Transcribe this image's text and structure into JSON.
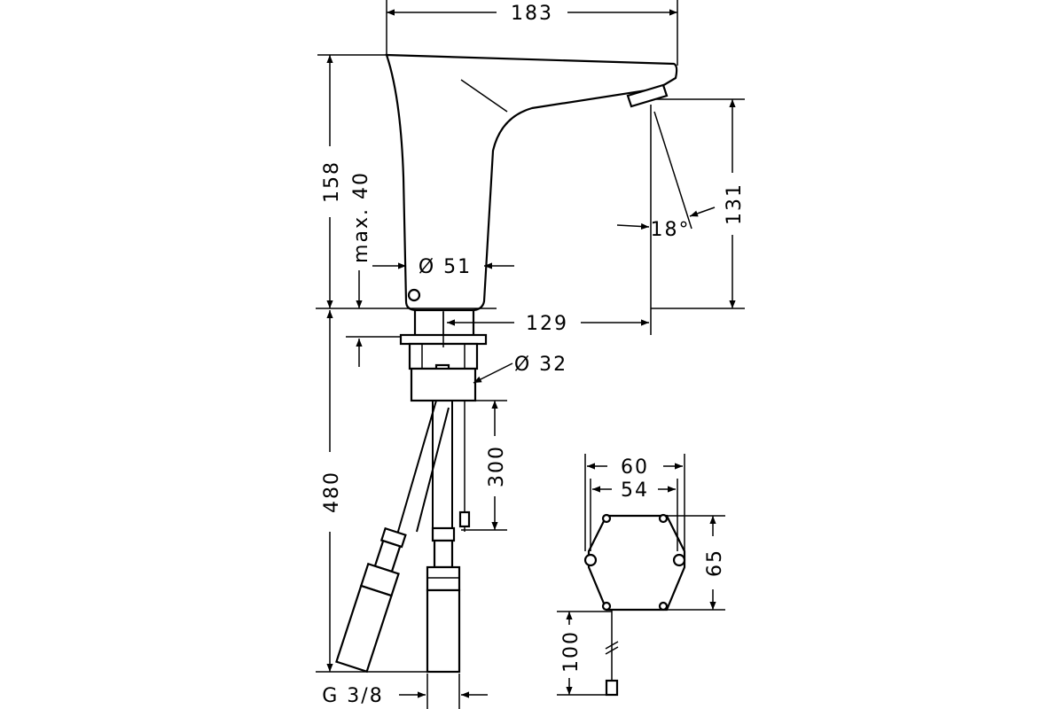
{
  "dimensions": {
    "top_width": "183",
    "total_height": "158",
    "max_40": "max. 40",
    "diameter_51": "Ø 51",
    "spout_height": "131",
    "angle": "18°",
    "reach": "129",
    "diameter_32": "Ø 32",
    "hose_length": "480",
    "cable_length": "300",
    "box_width_outer": "60",
    "box_width_inner": "54",
    "box_height": "65",
    "box_cable": "100",
    "connection": "G 3/8"
  },
  "colors": {
    "line": "#000000",
    "background": "#ffffff"
  }
}
